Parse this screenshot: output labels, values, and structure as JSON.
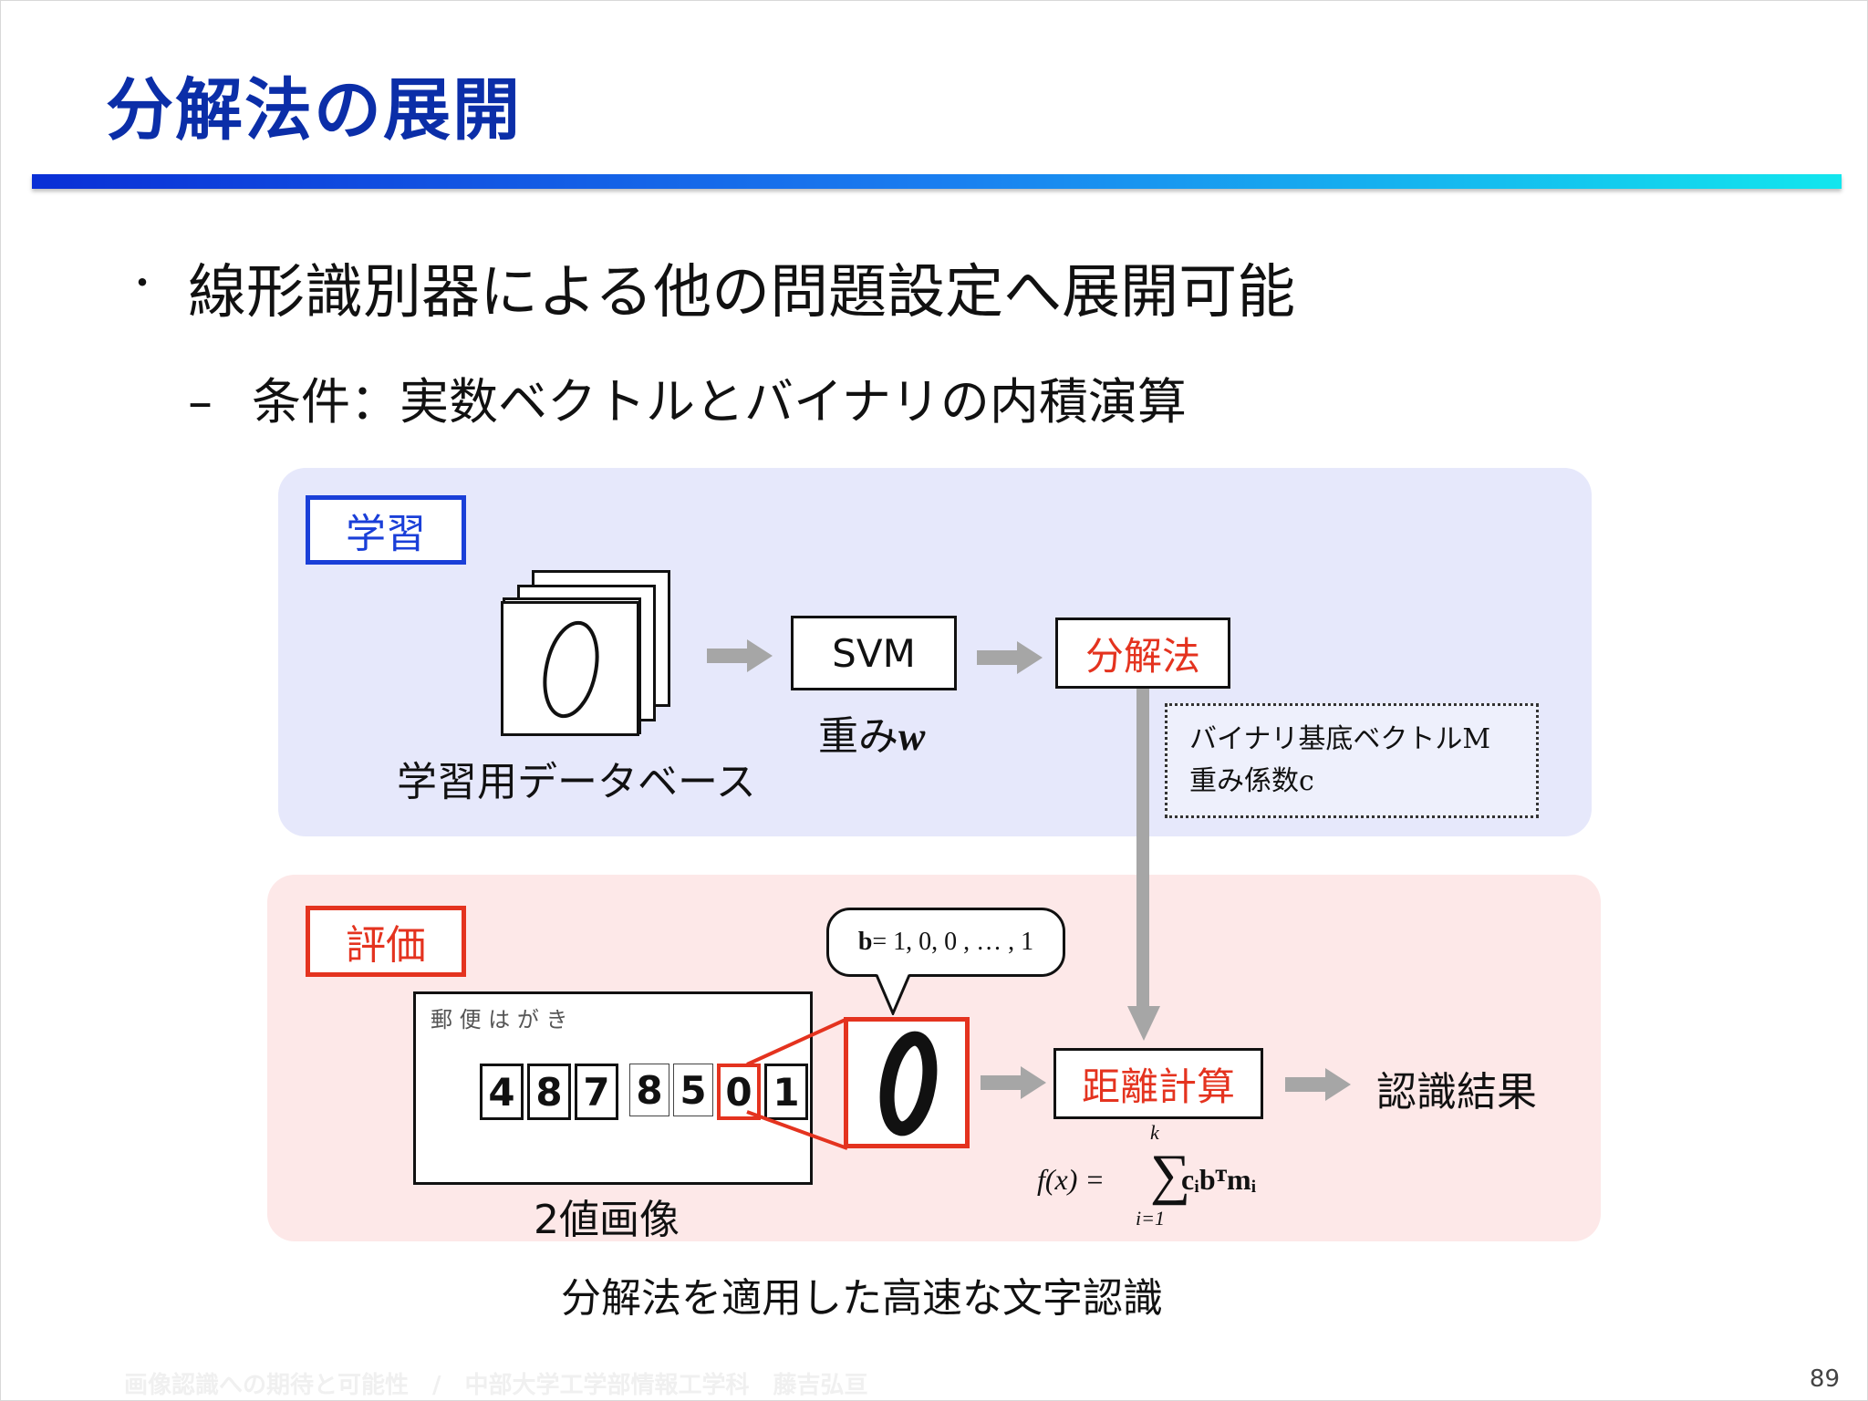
{
  "slide": {
    "title": "分解法の展開",
    "bullets": [
      {
        "marker": "・",
        "text": "線形識別器による他の問題設定へ展開可能"
      },
      {
        "marker": "–",
        "text": "条件：実数ベクトルとバイナリの内積演算"
      }
    ],
    "page_number": "89",
    "footer": "画像認識への期待と可能性　/　中部大学工学部情報工学科　藤吉弘亘",
    "colors": {
      "title": "#0b2ea8",
      "learn": "#1a3fd8",
      "eval": "#e4331f"
    }
  },
  "diagram": {
    "learn_tag": "学習",
    "eval_tag": "評価",
    "database_label": "学習用データベース",
    "digit": "0",
    "svm_label": "SVM",
    "weight_label": "重み",
    "weight_symbol": "w",
    "decomp_label": "分解法",
    "basis_label": "バイナリ基底ベクトルM",
    "coef_label": "重み係数c",
    "postcard_header": "郵 便 は が き",
    "postcard_digits": [
      "4",
      "8",
      "7",
      "8",
      "5",
      "0",
      "1"
    ],
    "binary_label": "2値画像",
    "bubble_b": "b",
    "bubble_value": " = 1, 0, 0 , … , 1",
    "distance_label": "距離計算",
    "result_label": "認識結果",
    "formula_lhs": "f(x) =",
    "formula_sum_top": "k",
    "formula_sum_bottom": "i=1",
    "formula_rhs": "cᵢbᵀmᵢ"
  },
  "caption": "分解法を適用した高速な文字認識"
}
